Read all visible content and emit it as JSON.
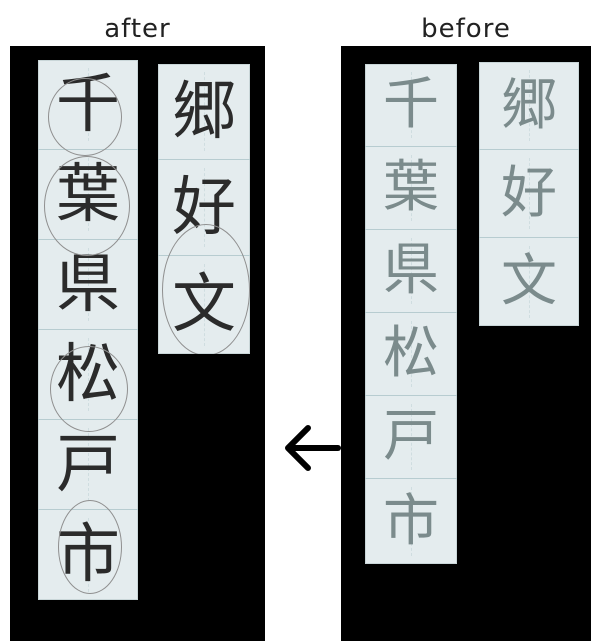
{
  "labels": {
    "after": "after",
    "before": "before"
  },
  "after": {
    "left_column": [
      "千",
      "葉",
      "県",
      "松",
      "戸",
      "市"
    ],
    "right_column": [
      "郷",
      "好",
      "文"
    ]
  },
  "before": {
    "left_column": [
      "千",
      "葉",
      "県",
      "松",
      "戸",
      "市"
    ],
    "right_column": [
      "郷",
      "好",
      "文"
    ]
  },
  "arrow_icon": "arrow-left-icon"
}
